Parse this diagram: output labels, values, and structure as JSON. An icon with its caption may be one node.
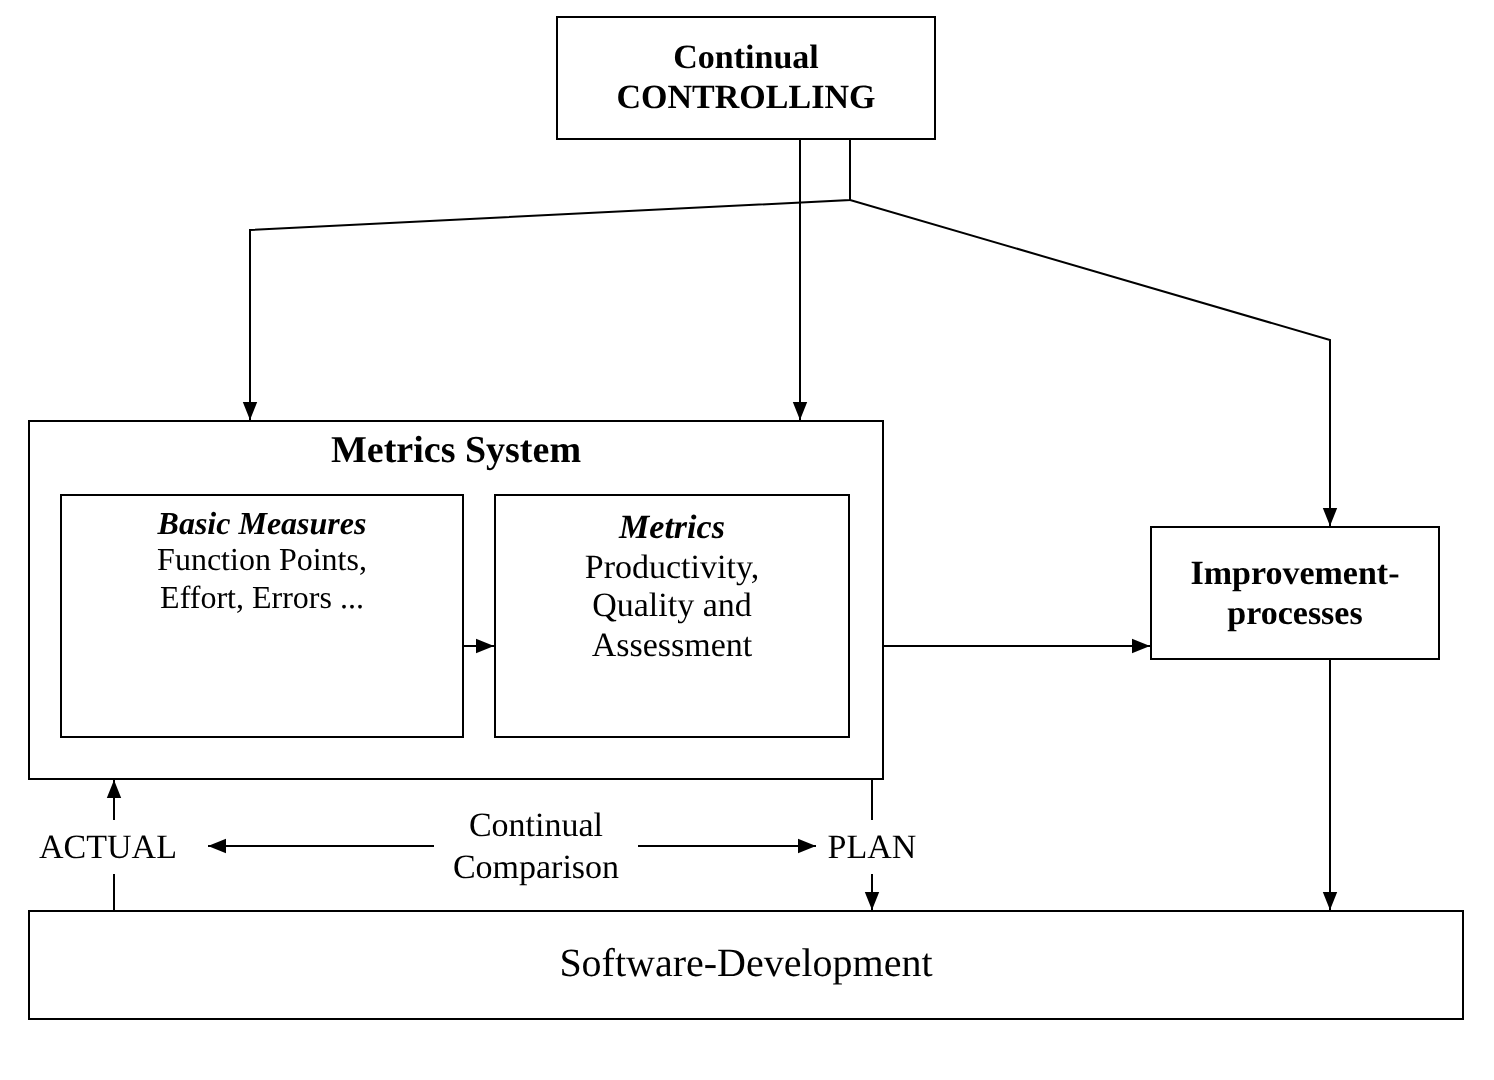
{
  "diagram": {
    "nodes": [
      {
        "text": [
          "Continual CONTROLLING"
        ]
      },
      {
        "text": [
          "Metrics System"
        ]
      },
      {
        "text": [
          "Basic Measures",
          "Function Points, Effort, Errors ..."
        ],
        "in": 1
      },
      {
        "text": [
          "Metrics",
          "Productivity, Quality and Assessment"
        ],
        "in": 1
      },
      {
        "text": [
          "Improvement-processes"
        ]
      },
      {
        "text": [
          "Software-Development"
        ]
      },
      {
        "text": [
          "ACTUAL"
        ]
      },
      {
        "text": [
          "PLAN"
        ]
      }
    ],
    "edges": [
      {
        "from": 0,
        "to": 1,
        "arrow": "to"
      },
      {
        "from": 0,
        "to": 1,
        "arrow": "to"
      },
      {
        "from": 0,
        "to": 4,
        "arrow": "to"
      },
      {
        "from": 2,
        "to": 3,
        "arrow": "to"
      },
      {
        "from": 1,
        "to": 4,
        "arrow": "to"
      },
      {
        "from": 4,
        "to": 5,
        "arrow": "to"
      },
      {
        "from": 6,
        "to": 1,
        "arrow": "to"
      },
      {
        "from": 5,
        "to": 6,
        "arrow": "none"
      },
      {
        "from": 1,
        "to": 7,
        "arrow": "none"
      },
      {
        "from": 7,
        "to": 5,
        "arrow": "to"
      },
      {
        "from": 6,
        "to": 7,
        "arrow": "both",
        "label": "Continual Comparison"
      }
    ]
  }
}
